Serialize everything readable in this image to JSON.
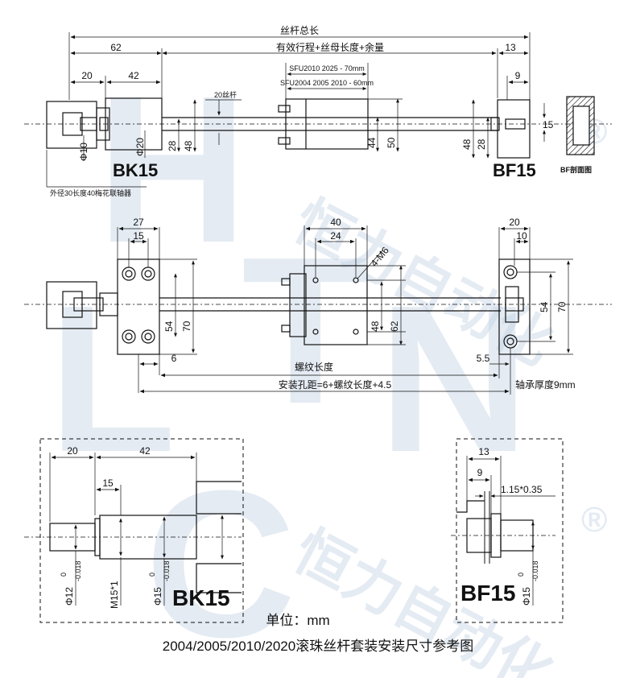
{
  "brand": {
    "watermark_letters": [
      "H",
      "L",
      "T",
      "N",
      "C"
    ],
    "watermark_cn": "恒力自动化",
    "registered": "®",
    "accent": "#b8c8de"
  },
  "top_view": {
    "total_length": "丝杆总长",
    "stroke_formula": "有效行程+丝母长度+余量",
    "dim_62": "62",
    "dim_13": "13",
    "dim_20": "20",
    "dim_42": "42",
    "dim_9": "9",
    "sfu2010": "SFU2010 2025 - 70mm",
    "sfu2004": "SFU2004 2005 2010 - 60mm",
    "screw_20": "20丝杆",
    "dia_10": "Φ10",
    "dia_20": "Φ20",
    "h28": "28",
    "h48": "48",
    "h44": "44",
    "h50": "50",
    "h48b": "48",
    "h28b": "28",
    "h15": "15",
    "bk_label": "BK15",
    "bf_label": "BF15",
    "bf_section": "BF剖面图",
    "coupling_note": "外径30长度40梅花联轴器"
  },
  "mid_view": {
    "dim_27": "27",
    "dim_15": "15",
    "dim_40": "40",
    "dim_24": "24",
    "hole_note": "4-M6",
    "dim_20": "20",
    "dim_10": "10",
    "h54": "54",
    "h70": "70",
    "h48": "48",
    "h62": "62",
    "h54b": "54",
    "h70b": "70",
    "dim_6": "6",
    "dim_5_5": "5.5",
    "thread_len": "螺纹长度",
    "mount_formula": "安装孔距=6+螺纹长度+4.5",
    "bearing_note": "轴承厚度9mm"
  },
  "bk_detail": {
    "dim_20": "20",
    "dim_42": "42",
    "dim_15": "15",
    "d12": "Φ12",
    "d12_tol": "-0.018",
    "tol_zero": "0",
    "m15": "M15*1",
    "d15": "Φ15",
    "d15_tol": "-0.018",
    "label": "BK15"
  },
  "bf_detail": {
    "dim_13": "13",
    "dim_9": "9",
    "clip": "1.15*0.35",
    "d15": "Φ15",
    "d15_tol": "-0.018",
    "tol_zero": "0",
    "label": "BF15"
  },
  "footer": {
    "unit": "单位：mm",
    "caption": "2004/2005/2010/2020滚珠丝杆套装安装尺寸参考图"
  }
}
